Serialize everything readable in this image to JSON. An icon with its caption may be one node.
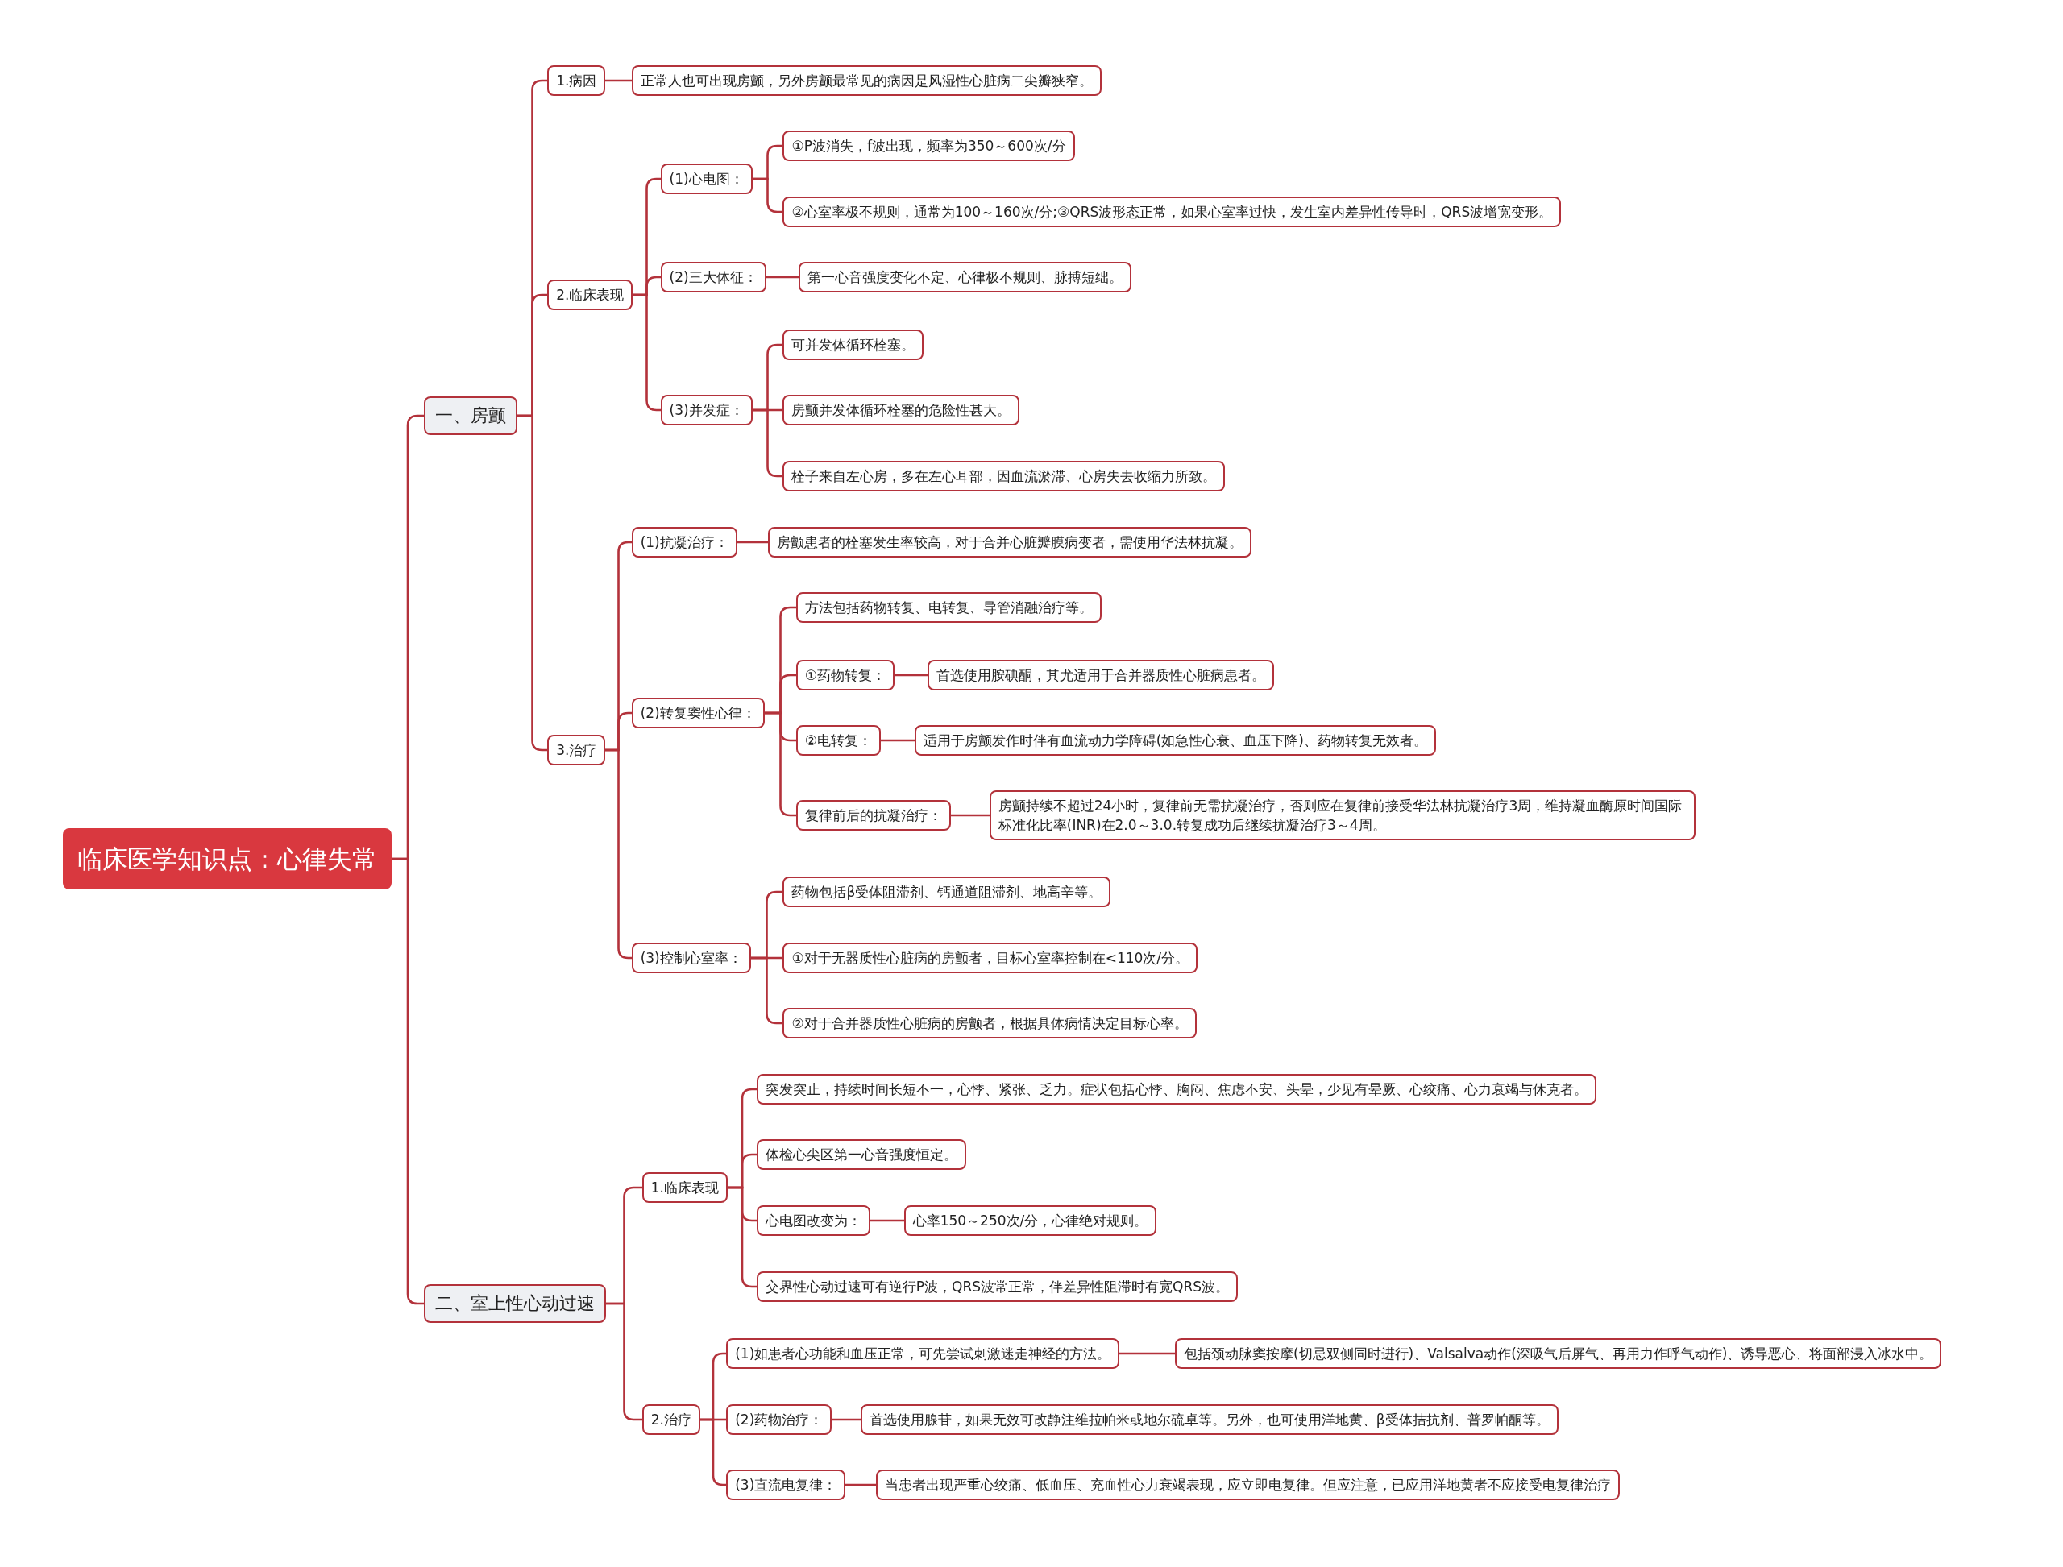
{
  "diagram": {
    "nodes": [
      {
        "text": [
          "临床医学知识点：心律失常"
        ]
      },
      {
        "text": [
          "一、房颤"
        ]
      },
      {
        "text": [
          "1.病因"
        ]
      },
      {
        "text": [
          "正常人也可出现房颤，另外房颤最常见的病因是风湿性心脏病二尖瓣狭窄。"
        ]
      },
      {
        "text": [
          "2.临床表现"
        ]
      },
      {
        "text": [
          "(1)心电图："
        ]
      },
      {
        "text": [
          "①P波消失，f波出现，频率为350～600次/分"
        ]
      },
      {
        "text": [
          "②心室率极不规则，通常为100～160次/分;③QRS波形态正常，如果心室率过快，发生室内差异性传导时，QRS波增宽变形。"
        ]
      },
      {
        "text": [
          "(2)三大体征："
        ]
      },
      {
        "text": [
          "第一心音强度变化不定、心律极不规则、脉搏短绌。"
        ]
      },
      {
        "text": [
          "(3)并发症："
        ]
      },
      {
        "text": [
          "可并发体循环栓塞。"
        ]
      },
      {
        "text": [
          "房颤并发体循环栓塞的危险性甚大。"
        ]
      },
      {
        "text": [
          "栓子来自左心房，多在左心耳部，因血流淤滞、心房失去收缩力所致。"
        ]
      },
      {
        "text": [
          "3.治疗"
        ]
      },
      {
        "text": [
          "(1)抗凝治疗："
        ]
      },
      {
        "text": [
          "房颤患者的栓塞发生率较高，对于合并心脏瓣膜病变者，需使用华法林抗凝。"
        ]
      },
      {
        "text": [
          "(2)转复窦性心律："
        ]
      },
      {
        "text": [
          "方法包括药物转复、电转复、导管消融治疗等。"
        ]
      },
      {
        "text": [
          "①药物转复："
        ]
      },
      {
        "text": [
          "首选使用胺碘酮，其尤适用于合并器质性心脏病患者。"
        ]
      },
      {
        "text": [
          "②电转复："
        ]
      },
      {
        "text": [
          "适用于房颤发作时伴有血流动力学障碍(如急性心衰、血压下降)、药物转复无效者。"
        ]
      },
      {
        "text": [
          "复律前后的抗凝治疗："
        ]
      },
      {
        "text": [
          "房颤持续不超过24小时，复律前无需抗凝治疗，否则应在复律前接受华法林抗凝治疗3周，维持凝血酶原时间国际标准化比率(INR)在2.0～3.0.转复成功后继续抗凝治疗3～4周。"
        ]
      },
      {
        "text": [
          "(3)控制心室率："
        ]
      },
      {
        "text": [
          "药物包括β受体阻滞剂、钙通道阻滞剂、地高辛等。"
        ]
      },
      {
        "text": [
          "①对于无器质性心脏病的房颤者，目标心室率控制在<110次/分。"
        ]
      },
      {
        "text": [
          "②对于合并器质性心脏病的房颤者，根据具体病情决定目标心率。"
        ]
      },
      {
        "text": [
          "二、室上性心动过速"
        ]
      },
      {
        "text": [
          "1.临床表现"
        ]
      },
      {
        "text": [
          "突发突止，持续时间长短不一，心悸、紧张、乏力。症状包括心悸、胸闷、焦虑不安、头晕，少见有晕厥、心绞痛、心力衰竭与休克者。"
        ]
      },
      {
        "text": [
          "体检心尖区第一心音强度恒定。"
        ]
      },
      {
        "text": [
          "心电图改变为："
        ]
      },
      {
        "text": [
          "心率150～250次/分，心律绝对规则。"
        ]
      },
      {
        "text": [
          "交界性心动过速可有逆行P波，QRS波常正常，伴差异性阻滞时有宽QRS波。"
        ]
      },
      {
        "text": [
          "2.治疗"
        ]
      },
      {
        "text": [
          "(1)如患者心功能和血压正常，可先尝试刺激迷走神经的方法。"
        ]
      },
      {
        "text": [
          "包括颈动脉窦按摩(切忌双侧同时进行)、Valsalva动作(深吸气后屏气、再用力作呼气动作)、诱导恶心、将面部浸入冰水中。"
        ]
      },
      {
        "text": [
          "(2)药物治疗："
        ]
      },
      {
        "text": [
          "首选使用腺苷，如果无效可改静注维拉帕米或地尔硫卓等。另外，也可使用洋地黄、β受体拮抗剂、普罗帕酮等。"
        ]
      },
      {
        "text": [
          "(3)直流电复律："
        ]
      },
      {
        "text": [
          "当患者出现严重心绞痛、低血压、充血性心力衰竭表现，应立即电复律。但应注意，已应用洋地黄者不应接受电复律治疗"
        ]
      }
    ],
    "edges": [
      {
        "from": 0,
        "to": 1,
        "arrow": "none"
      },
      {
        "from": 1,
        "to": 2,
        "arrow": "none"
      },
      {
        "from": 2,
        "to": 3,
        "arrow": "none"
      },
      {
        "from": 1,
        "to": 4,
        "arrow": "none"
      },
      {
        "from": 4,
        "to": 5,
        "arrow": "none"
      },
      {
        "from": 5,
        "to": 6,
        "arrow": "none"
      },
      {
        "from": 5,
        "to": 7,
        "arrow": "none"
      },
      {
        "from": 4,
        "to": 8,
        "arrow": "none"
      },
      {
        "from": 8,
        "to": 9,
        "arrow": "none"
      },
      {
        "from": 4,
        "to": 10,
        "arrow": "none"
      },
      {
        "from": 10,
        "to": 11,
        "arrow": "none"
      },
      {
        "from": 10,
        "to": 12,
        "arrow": "none"
      },
      {
        "from": 10,
        "to": 13,
        "arrow": "none"
      },
      {
        "from": 1,
        "to": 14,
        "arrow": "none"
      },
      {
        "from": 14,
        "to": 15,
        "arrow": "none"
      },
      {
        "from": 15,
        "to": 16,
        "arrow": "none"
      },
      {
        "from": 14,
        "to": 17,
        "arrow": "none"
      },
      {
        "from": 17,
        "to": 18,
        "arrow": "none"
      },
      {
        "from": 17,
        "to": 19,
        "arrow": "none"
      },
      {
        "from": 19,
        "to": 20,
        "arrow": "none"
      },
      {
        "from": 17,
        "to": 21,
        "arrow": "none"
      },
      {
        "from": 21,
        "to": 22,
        "arrow": "none"
      },
      {
        "from": 17,
        "to": 23,
        "arrow": "none"
      },
      {
        "from": 23,
        "to": 24,
        "arrow": "none"
      },
      {
        "from": 14,
        "to": 25,
        "arrow": "none"
      },
      {
        "from": 25,
        "to": 26,
        "arrow": "none"
      },
      {
        "from": 25,
        "to": 27,
        "arrow": "none"
      },
      {
        "from": 25,
        "to": 28,
        "arrow": "none"
      },
      {
        "from": 0,
        "to": 29,
        "arrow": "none"
      },
      {
        "from": 29,
        "to": 30,
        "arrow": "none"
      },
      {
        "from": 30,
        "to": 31,
        "arrow": "none"
      },
      {
        "from": 30,
        "to": 32,
        "arrow": "none"
      },
      {
        "from": 30,
        "to": 33,
        "arrow": "none"
      },
      {
        "from": 33,
        "to": 34,
        "arrow": "none"
      },
      {
        "from": 30,
        "to": 35,
        "arrow": "none"
      },
      {
        "from": 29,
        "to": 36,
        "arrow": "none"
      },
      {
        "from": 36,
        "to": 37,
        "arrow": "none"
      },
      {
        "from": 37,
        "to": 38,
        "arrow": "none"
      },
      {
        "from": 36,
        "to": 39,
        "arrow": "none"
      },
      {
        "from": 39,
        "to": 40,
        "arrow": "none"
      },
      {
        "from": 36,
        "to": 41,
        "arrow": "none"
      },
      {
        "from": 41,
        "to": 42,
        "arrow": "none"
      }
    ]
  }
}
